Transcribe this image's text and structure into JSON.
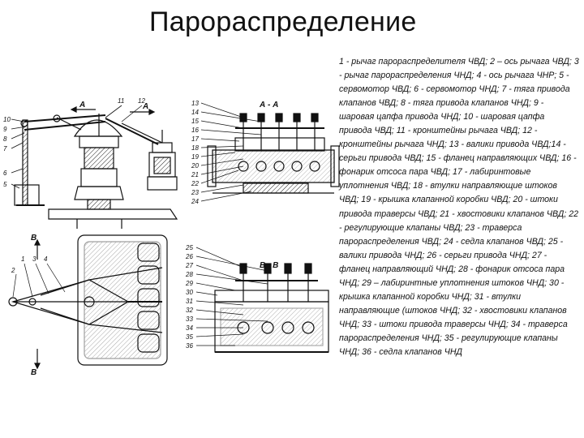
{
  "slide": {
    "title": "Парораспределение",
    "legend": "1 - рычаг парораспределителя ЧВД; 2 – ось рычага ЧВД; 3 - рычаг парораспределения ЧНД; 4 - ось рычага ЧНР; 5 - сервомотор ЧВД; 6 - сервомотор ЧНД; 7 - тяга привода клапанов ЧВД; 8 - тяга привода клапанов ЧНД; 9 - шаровая цапфа привода ЧНД; 10 - шаровая цапфа привода ЧВД; 11 - кронштейны рычага ЧВД; 12 - кронштейны рычага ЧНД; 13 - валики привода ЧВД;14 - серьги привода ЧВД; 15 - фланец направляющих ЧВД; 16 - фонарик отсоса пара ЧВД; 17 - лабиринтовые уплотнения ЧВД; 18 - втулки направляющие штоков ЧВД; 19 - крышка клапанной коробки ЧВД; 20 - штоки привода траверсы ЧВД; 21 - хвостовики клапанов ЧВД; 22 - регулирующие клапаны ЧВД; 23 - траверса парораспределения ЧВД; 24 - седла клапанов ЧВД; 25 - валики привода ЧНД; 26 - серьги привода ЧНД; 27 - фланец направляющий ЧНД; 28 - фонарик отсоса пара ЧНД; 29 – лабиринтные уплотнения штоков ЧНД; 30 - крышка клапанной коробки ЧНД; 31 - втулки направляющие (штоков ЧНД; 32 - хвостовики клапанов ЧНД; 33 - штоки привода траверсы ЧНД; 34 - траверса парораспределения ЧНД; 35 - регулирующие клапаны ЧНД; 36 - седла клапанов ЧНД"
  },
  "diagram": {
    "section_labels": {
      "aa": "А - А",
      "bb": "В - В"
    },
    "cut_markers": {
      "a": "А",
      "b": "В"
    },
    "left_callouts": [
      "10",
      "9",
      "8",
      "7",
      "6",
      "5",
      "1",
      "2",
      "3",
      "4",
      "11",
      "12"
    ],
    "right_callouts_top": [
      "13",
      "14",
      "15",
      "16",
      "17",
      "18",
      "19",
      "20",
      "21",
      "22",
      "23",
      "24"
    ],
    "right_callouts_bottom": [
      "25",
      "26",
      "27",
      "28",
      "29",
      "30",
      "31",
      "32",
      "33",
      "34",
      "35",
      "36"
    ]
  }
}
